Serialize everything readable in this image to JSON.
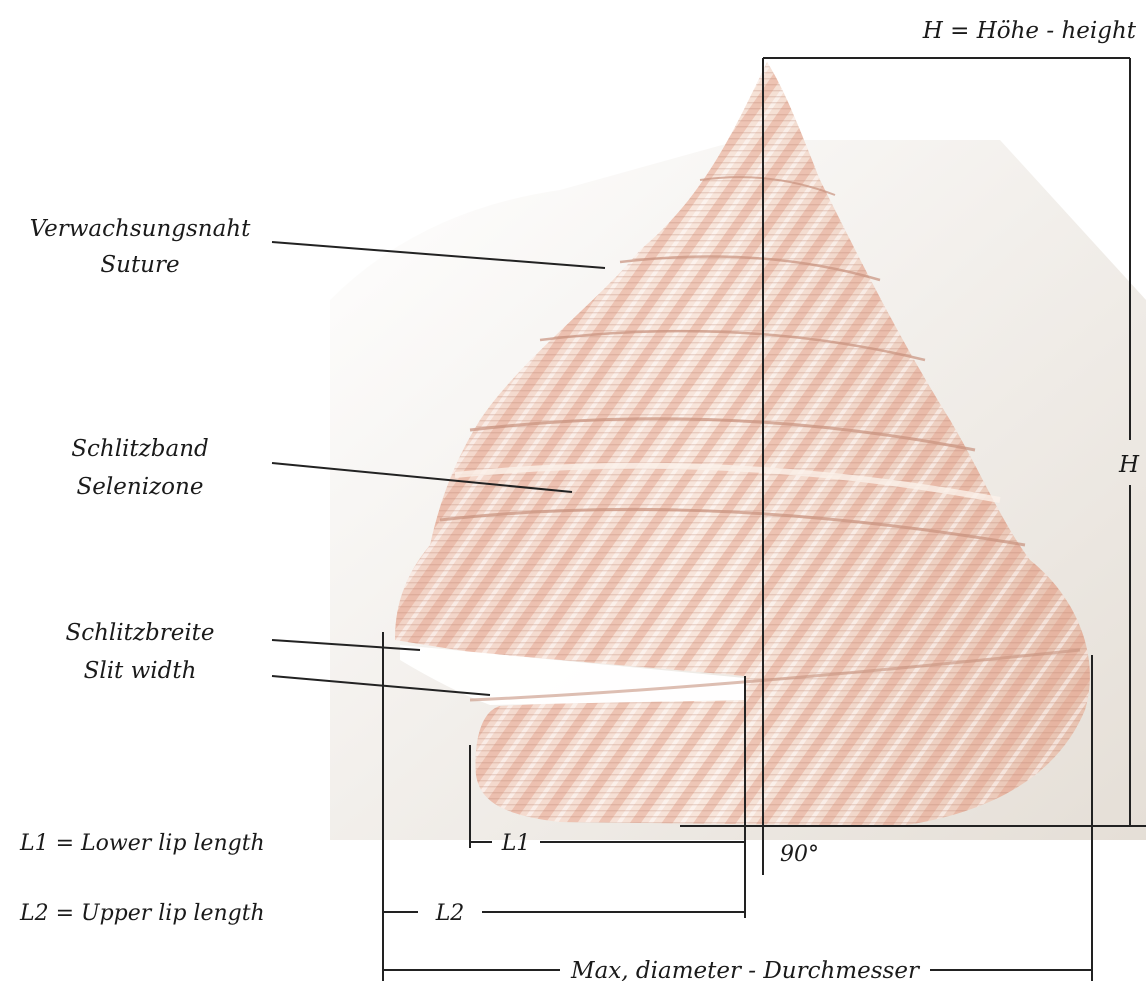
{
  "labels": {
    "height_legend": "H = Höhe - height",
    "suture_de": "Verwachsungsnaht",
    "suture_en": "Suture",
    "selenizone_de": "Schlitzband",
    "selenizone_en": "Selenizone",
    "slit_width_de": "Schlitzbreite",
    "slit_width_en": "Slit width",
    "h_marker": "H",
    "l1_marker": "L1",
    "l2_marker": "L2",
    "angle": "90°",
    "l1_legend": "L1 = Lower lip length",
    "l2_legend": "L2 = Upper lip length",
    "diameter": "Max, diameter - Durchmesser"
  },
  "colors": {
    "shell_light": "#f7e7dc",
    "shell_stripe": "#e6a48e",
    "shell_shadow": "#c9a896",
    "line": "#222222"
  }
}
